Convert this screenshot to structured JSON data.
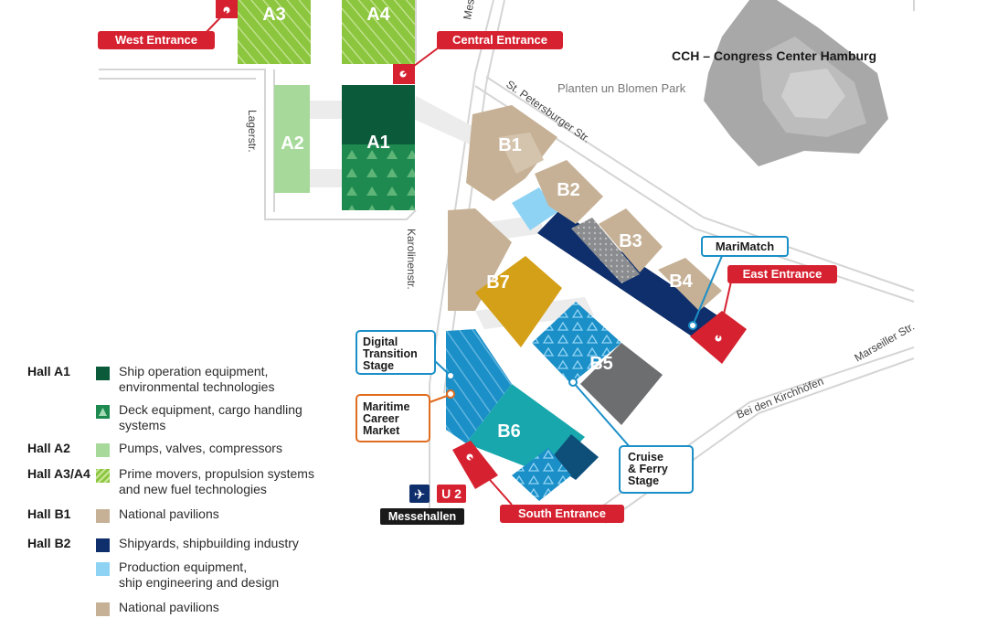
{
  "colors": {
    "a1": "#0b5b3a",
    "a1_deck": "#1e8a50",
    "a2": "#a6d99a",
    "a34": "#8cc63f",
    "b_national": "#c6b196",
    "b_shipyards": "#0e2f6b",
    "b_production": "#8fd3f4",
    "b6_teal": "#17a7ad",
    "b6_pattern": "#1b8fc7",
    "b7_gold": "#d4a017",
    "b5_gray": "#6d6e70",
    "entrance_red": "#d62230",
    "callout_blue": "#1b8fc7",
    "callout_orange": "#e06c1f",
    "road": "#d5d5d5",
    "cch_gray": "#a8a8a8"
  },
  "halls": {
    "a1": "A1",
    "a2": "A2",
    "a3": "A3",
    "a4": "A4",
    "b1": "B1",
    "b2": "B2",
    "b3": "B3",
    "b4": "B4",
    "b5": "B5",
    "b6": "B6",
    "b7": "B7"
  },
  "entrances": {
    "west": "West Entrance",
    "central": "Central Entrance",
    "east": "East Entrance",
    "south": "South Entrance"
  },
  "stages": {
    "marimatch": "MariMatch",
    "digital_line1": "Digital",
    "digital_line2": "Transition",
    "digital_line3": "Stage",
    "career_line1": "Maritime",
    "career_line2": "Career",
    "career_line3": "Market",
    "cruise_line1": "Cruise",
    "cruise_line2": "& Ferry",
    "cruise_line3": "Stage"
  },
  "places": {
    "cch": "CCH – Congress Center Hamburg",
    "park": "Planten un Blomen Park",
    "messe_str": "Mes",
    "st_petersburger": "St. Petersburger Str.",
    "lagerstr": "Lagerstr.",
    "karolinenstr": "Karolinenstr.",
    "marseiller": "Marseiller Str.",
    "kirchhoefen": "Bei den Kirchhöfen",
    "u2": "U 2",
    "messehallen": "Messehallen",
    "airport_icon": "airplane-icon"
  },
  "legend": [
    {
      "hall": "Hall A1",
      "swatch": "#0b5b3a",
      "pattern": "none",
      "line1": "Ship operation equipment,",
      "line2": "environmental technologies"
    },
    {
      "hall": "",
      "swatch": "#1e8a50",
      "pattern": "triangle",
      "line1": "Deck equipment, cargo handling",
      "line2": "systems"
    },
    {
      "hall": "Hall A2",
      "swatch": "#a6d99a",
      "pattern": "none",
      "line1": "Pumps, valves, compressors",
      "line2": ""
    },
    {
      "hall": "Hall A3/A4",
      "swatch": "#8cc63f",
      "pattern": "hatch",
      "line1": "Prime movers, propulsion systems",
      "line2": "and new fuel technologies"
    },
    {
      "hall": "Hall B1",
      "swatch": "#c6b196",
      "pattern": "none",
      "line1": "National pavilions",
      "line2": ""
    },
    {
      "hall": "Hall B2",
      "swatch": "#0e2f6b",
      "pattern": "none",
      "line1": "Shipyards, shipbuilding industry",
      "line2": ""
    },
    {
      "hall": "",
      "swatch": "#8fd3f4",
      "pattern": "none",
      "line1": "Production equipment,",
      "line2": "ship engineering and design"
    },
    {
      "hall": "",
      "swatch": "#c6b196",
      "pattern": "none",
      "line1": "National pavilions",
      "line2": ""
    }
  ]
}
